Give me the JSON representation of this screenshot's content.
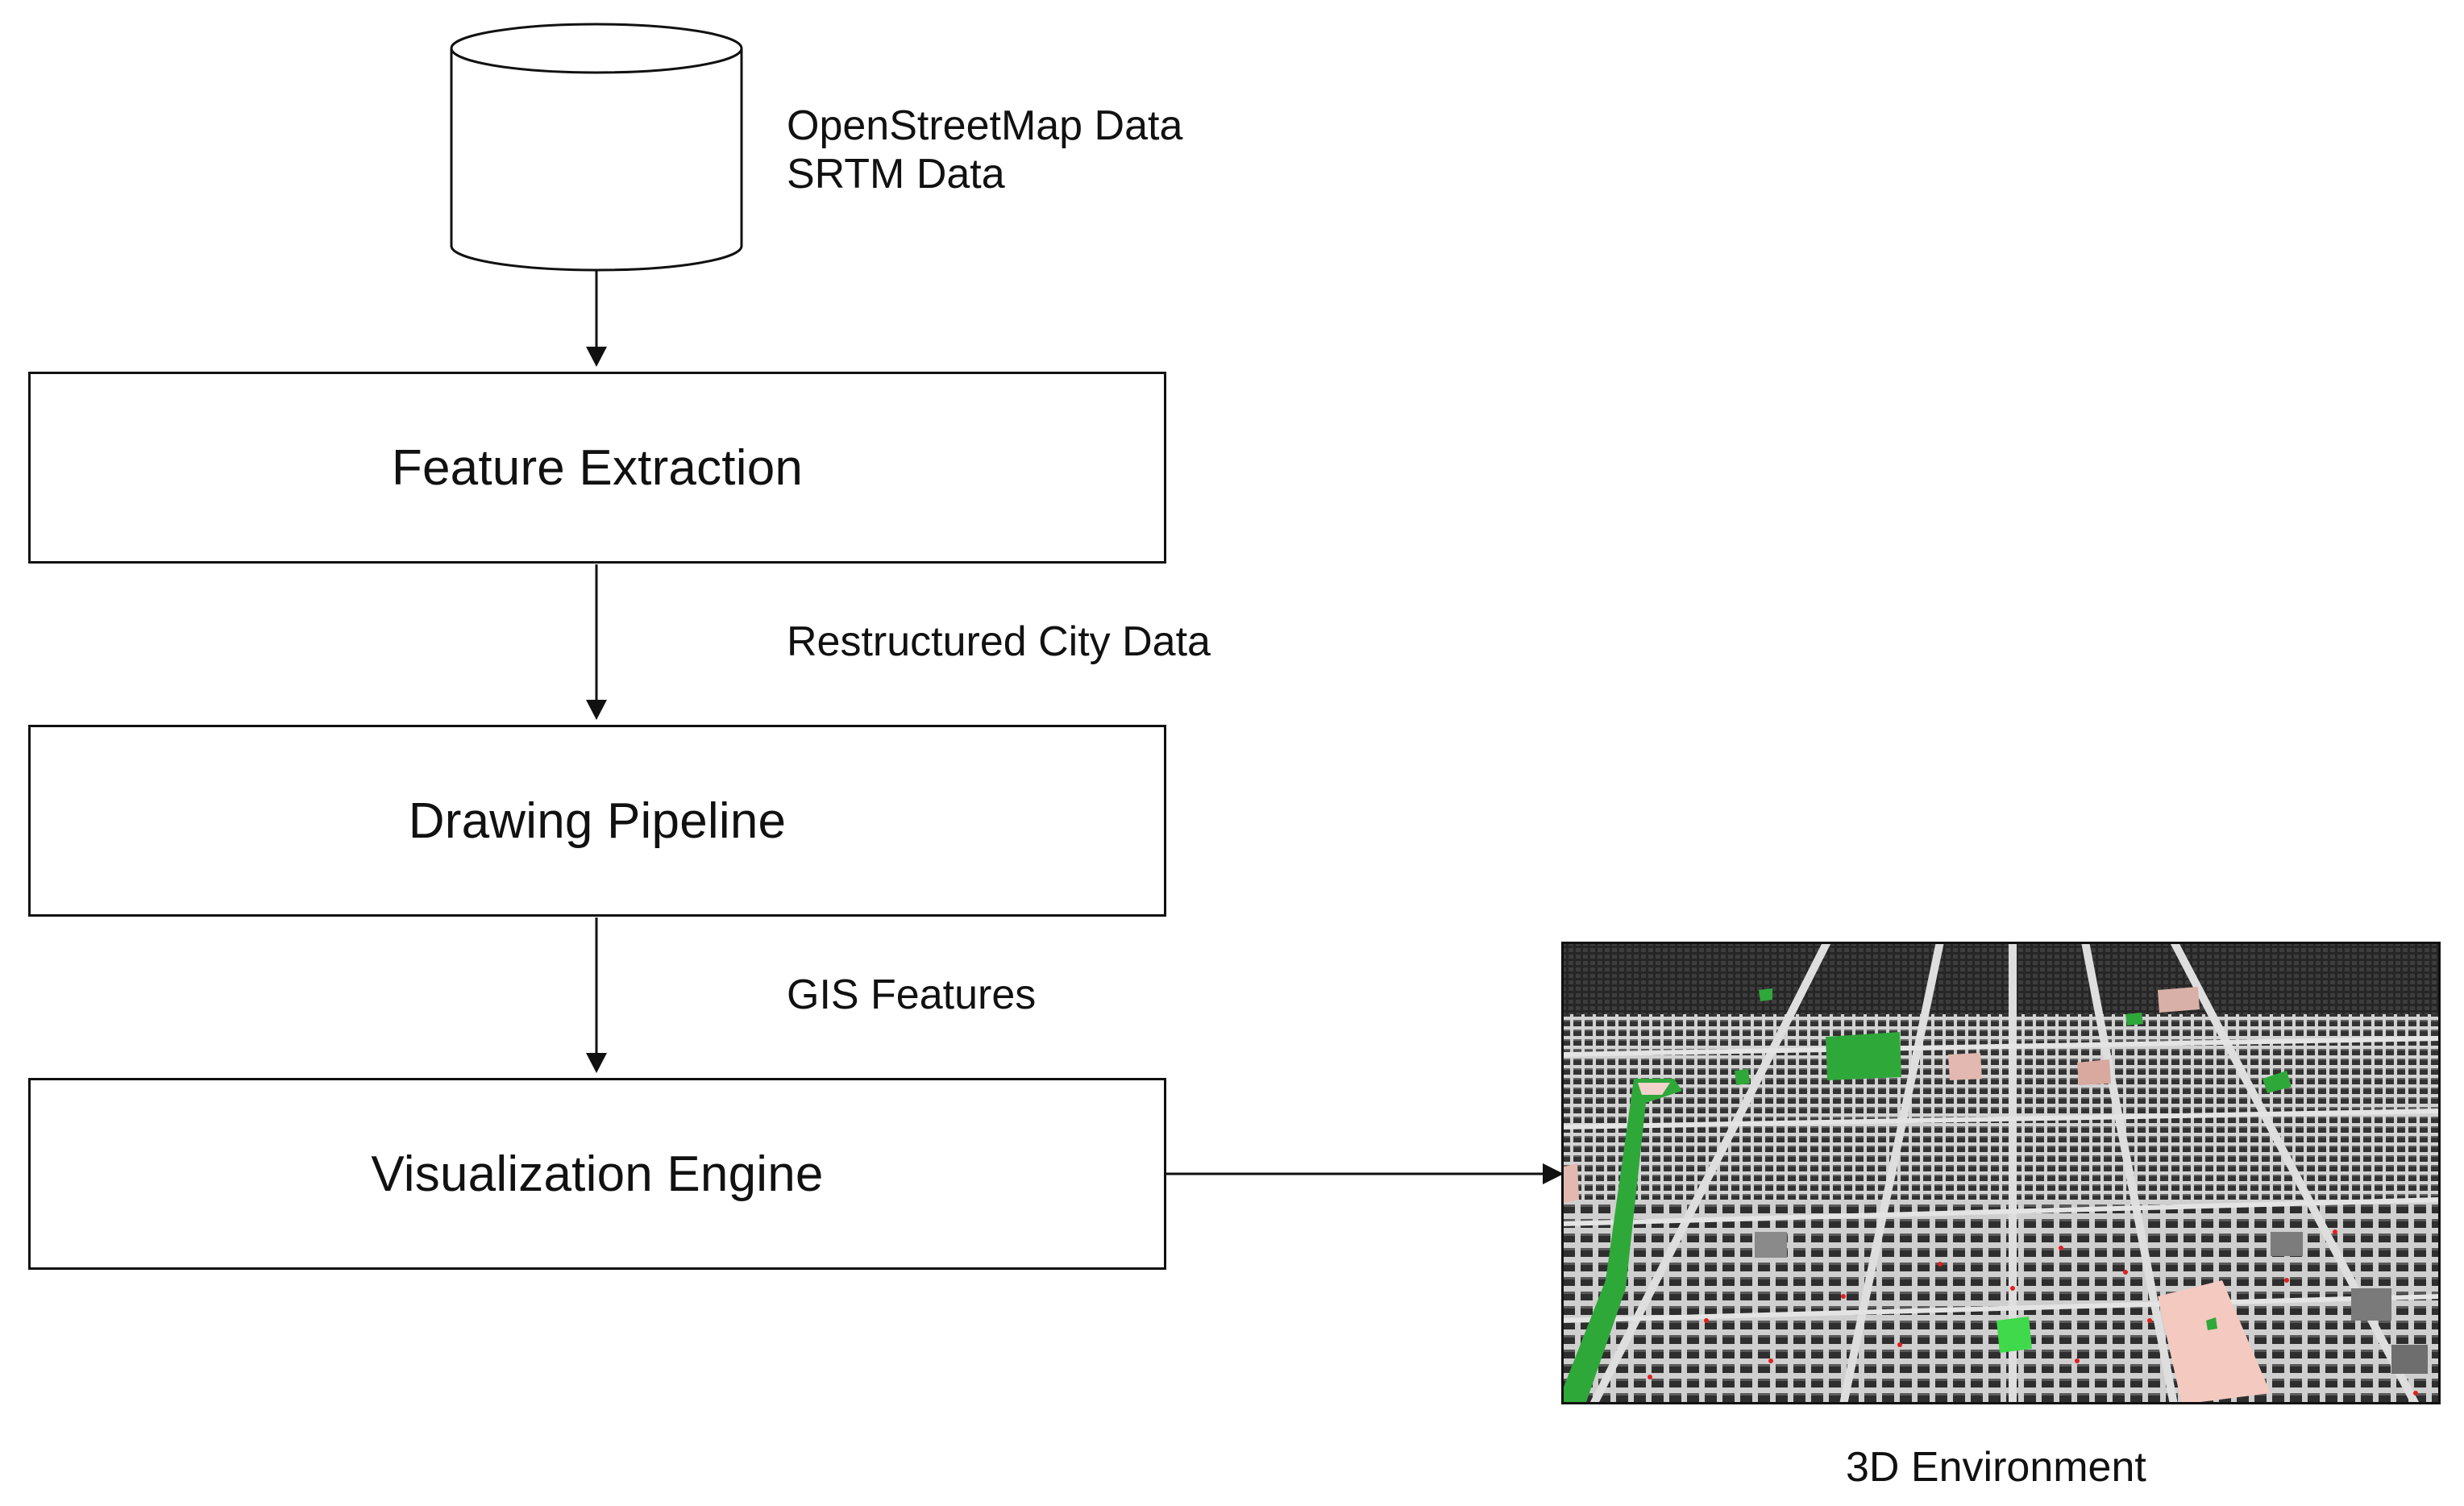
{
  "data_source": {
    "lines": [
      "OpenStreetMap Data",
      "SRTM Data"
    ]
  },
  "stages": [
    {
      "label": "Feature Extraction"
    },
    {
      "label": "Drawing Pipeline"
    },
    {
      "label": "Visualization Engine"
    }
  ],
  "flows": [
    {
      "label": "Restructured City Data"
    },
    {
      "label": "GIS Features"
    }
  ],
  "output": {
    "caption": "3D Environment"
  },
  "colors": {
    "stroke": "#111111",
    "city_ground": "#c9c9c9",
    "city_building": "#2e2e2e",
    "city_park": "#2fa83a",
    "city_pink": "#f2c9c2",
    "city_red_marker": "#e02020"
  }
}
